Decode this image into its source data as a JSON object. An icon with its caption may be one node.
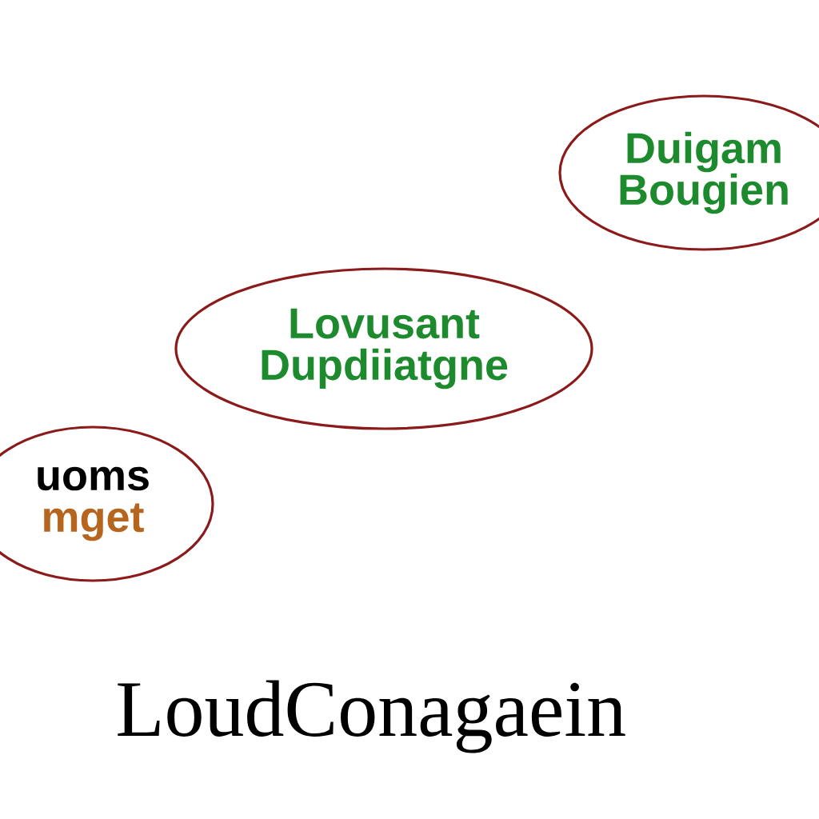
{
  "diagram": {
    "nodes": [
      {
        "text": [
          "Duigam",
          "Bougien"
        ]
      },
      {
        "text": [
          "Lovusant",
          "Dupdiiatgne"
        ]
      },
      {
        "text": [
          "uoms",
          "mget"
        ]
      }
    ],
    "labels": [
      "LoudConagaein"
    ]
  }
}
